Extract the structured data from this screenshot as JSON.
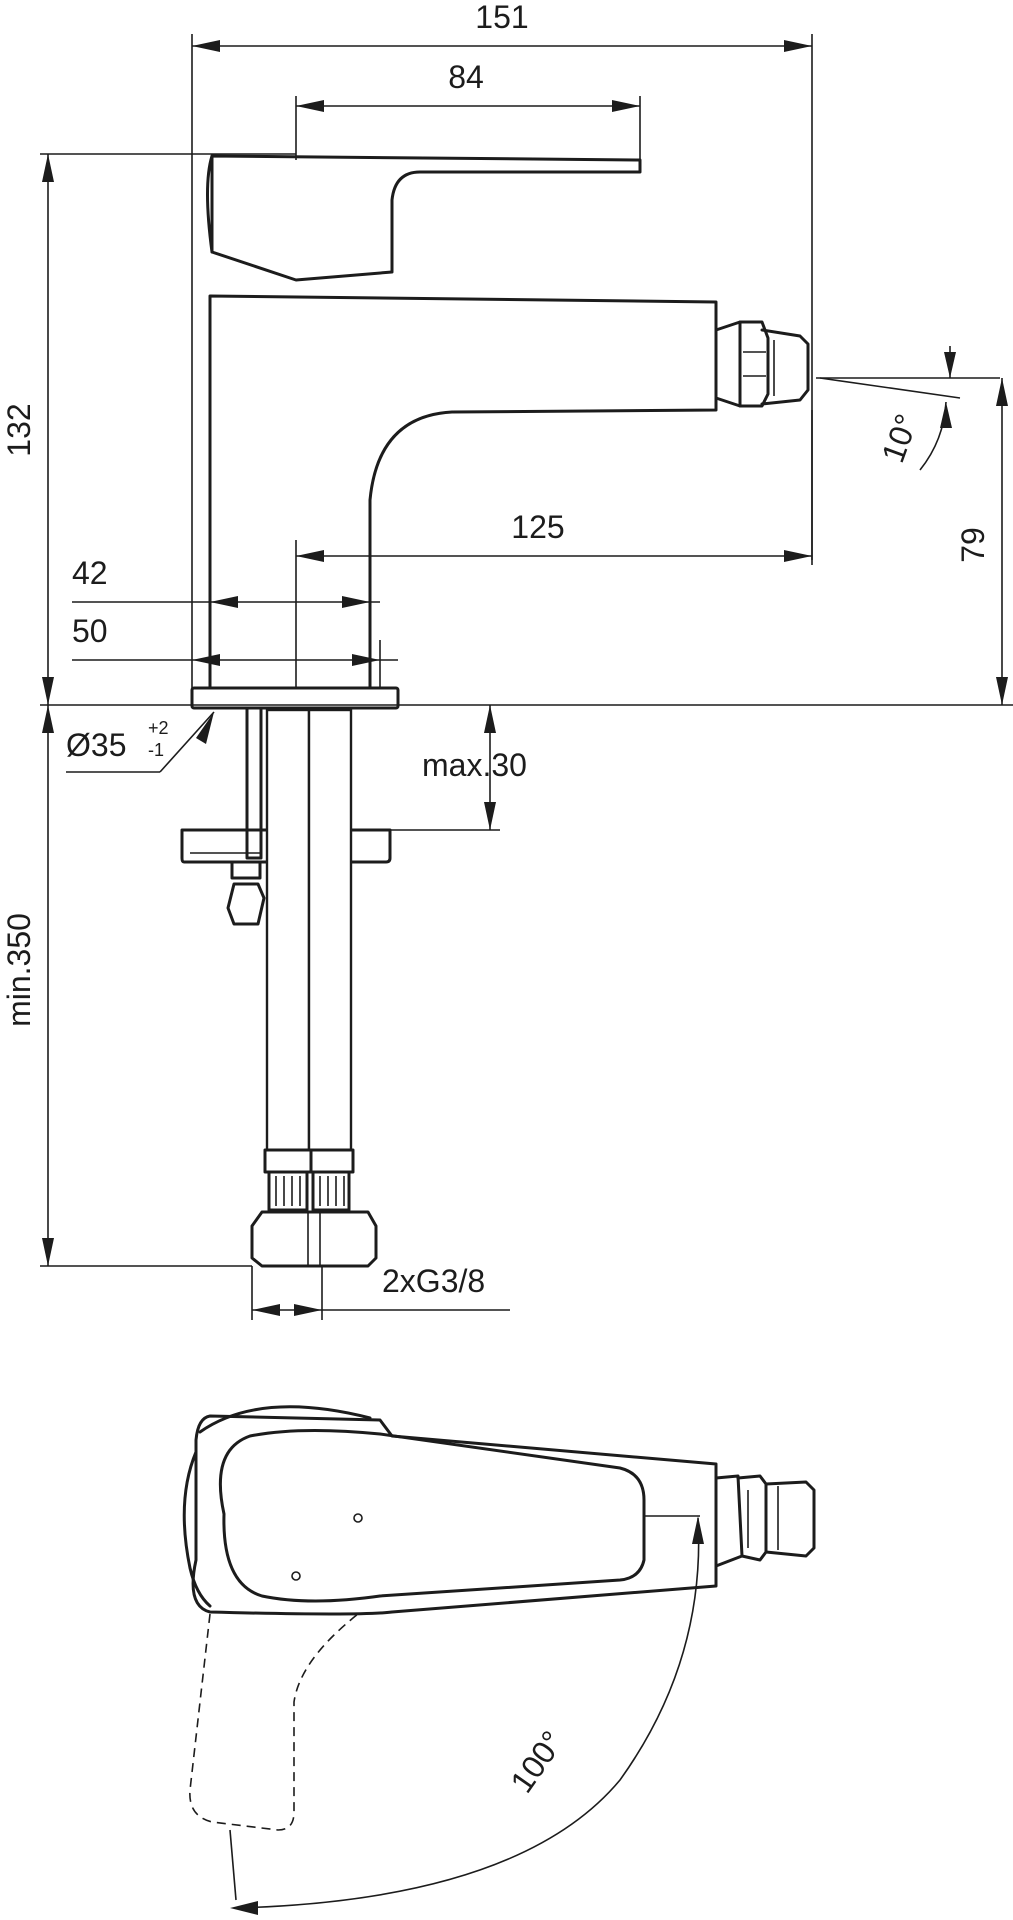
{
  "drawing": {
    "dimensions": {
      "overall_width": "151",
      "lever_length": "84",
      "spout_reach": "125",
      "body_width": "42",
      "base_width": "50",
      "total_height": "132",
      "outlet_height": "79",
      "diameter_prefix": "Ø35",
      "diameter_tol_upper": "+2",
      "diameter_tol_lower": "-1",
      "max_thickness": "max.30",
      "min_hose_length": "min.350",
      "connection": "2xG3/8"
    },
    "angles": {
      "spray_tilt": "10°",
      "lever_swing": "100°"
    }
  }
}
